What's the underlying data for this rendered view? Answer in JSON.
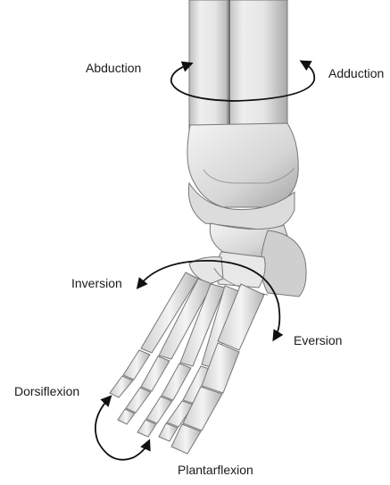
{
  "labels": {
    "abduction": "Abduction",
    "adduction": "Adduction",
    "inversion": "Inversion",
    "eversion": "Eversion",
    "dorsiflexion": "Dorsiflexion",
    "plantarflexion": "Plantarflexion"
  },
  "colors": {
    "bone_light": "#f2f2f2",
    "bone_mid": "#d9d9d9",
    "bone_dark": "#9e9e9e",
    "outline": "#6f6f6f",
    "arrow": "#111111",
    "text": "#1a1a1a"
  }
}
